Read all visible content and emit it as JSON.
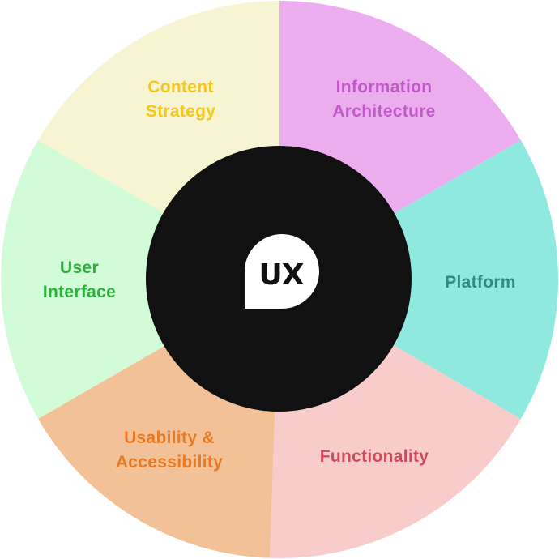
{
  "center": {
    "label": "UX",
    "circle_color": "#111111",
    "logo_color": "#ffffff",
    "text_color": "#111111"
  },
  "segments": [
    {
      "id": "information-architecture",
      "lines": [
        "Information",
        "Architecture"
      ],
      "fill": "#ebadee",
      "text_color": "#c15ac9"
    },
    {
      "id": "platform",
      "lines": [
        "Platform"
      ],
      "fill": "#8fe9de",
      "text_color": "#338a80"
    },
    {
      "id": "functionality",
      "lines": [
        "Functionality"
      ],
      "fill": "#f9cccc",
      "text_color": "#cf4b5a"
    },
    {
      "id": "usability-accessibility",
      "lines": [
        "Usability &",
        "Accessibility"
      ],
      "fill": "#f3c197",
      "text_color": "#ea7a22"
    },
    {
      "id": "user-interface",
      "lines": [
        "User",
        "Interface"
      ],
      "fill": "#d2fbd7",
      "text_color": "#2cb03d"
    },
    {
      "id": "content-strategy",
      "lines": [
        "Content",
        "Strategy"
      ],
      "fill": "#f6f4d2",
      "text_color": "#f5c716"
    }
  ]
}
